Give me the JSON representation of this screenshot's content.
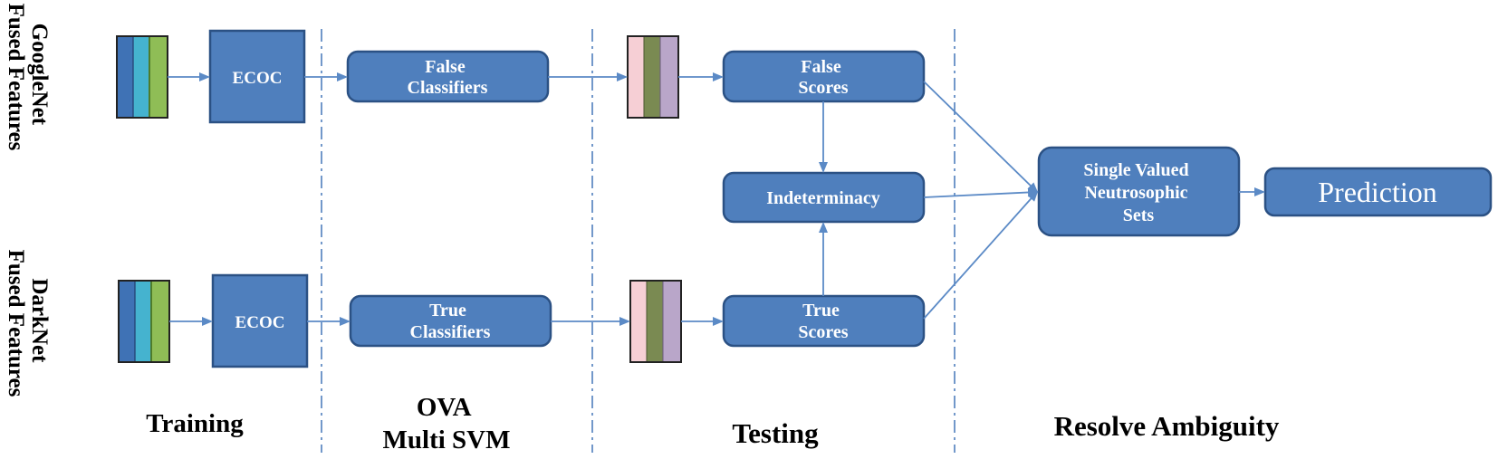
{
  "side_labels": {
    "top": [
      "GoogleNet",
      "Fused Features"
    ],
    "bottom": [
      "DarkNet",
      "Fused Features"
    ]
  },
  "nodes": {
    "ecoc_top": [
      "ECOC"
    ],
    "ecoc_bottom": [
      "ECOC"
    ],
    "false_classifiers": [
      "False",
      "Classifiers"
    ],
    "true_classifiers": [
      "True",
      "Classifiers"
    ],
    "false_scores": [
      "False",
      "Scores"
    ],
    "true_scores": [
      "True",
      "Scores"
    ],
    "indeterminacy": [
      "Indeterminacy"
    ],
    "svns": [
      "Single Valued",
      "Neutrosophic",
      "Sets"
    ],
    "prediction": [
      "Prediction"
    ]
  },
  "stages": {
    "training": [
      "Training"
    ],
    "ova": [
      "OVA",
      "Multi SVM"
    ],
    "testing": [
      "Testing"
    ],
    "resolve": [
      "Resolve Ambiguity"
    ]
  },
  "colors": {
    "box_fill": "#4f7fbd",
    "box_stroke": "#2b5184",
    "arrow": "#5b8ac6",
    "feature_stripes": [
      "#3f72b5",
      "#45b3cf",
      "#8fbd56"
    ],
    "score_stripes": [
      "#f6cfd5",
      "#7a8a52",
      "#b9a6c9"
    ]
  }
}
